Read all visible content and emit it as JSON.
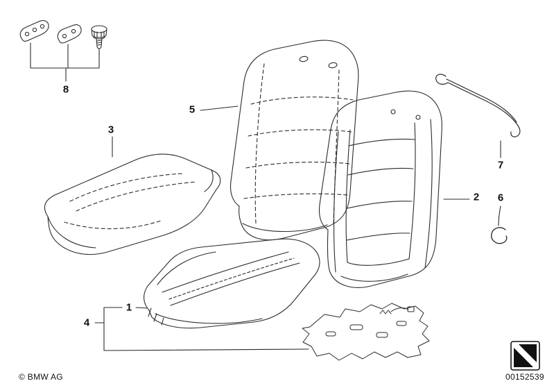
{
  "page": {
    "background_color": "#ffffff",
    "line_color": "#2a2a2a"
  },
  "callouts": {
    "c1": "1",
    "c2": "2",
    "c3": "3",
    "c4": "4",
    "c5": "5",
    "c6": "6",
    "c7": "7",
    "c8": "8"
  },
  "footer": {
    "copyright": "© BMW AG",
    "part_number": "00152539"
  },
  "icons": {
    "corner": "diagonal-plate-icon"
  }
}
